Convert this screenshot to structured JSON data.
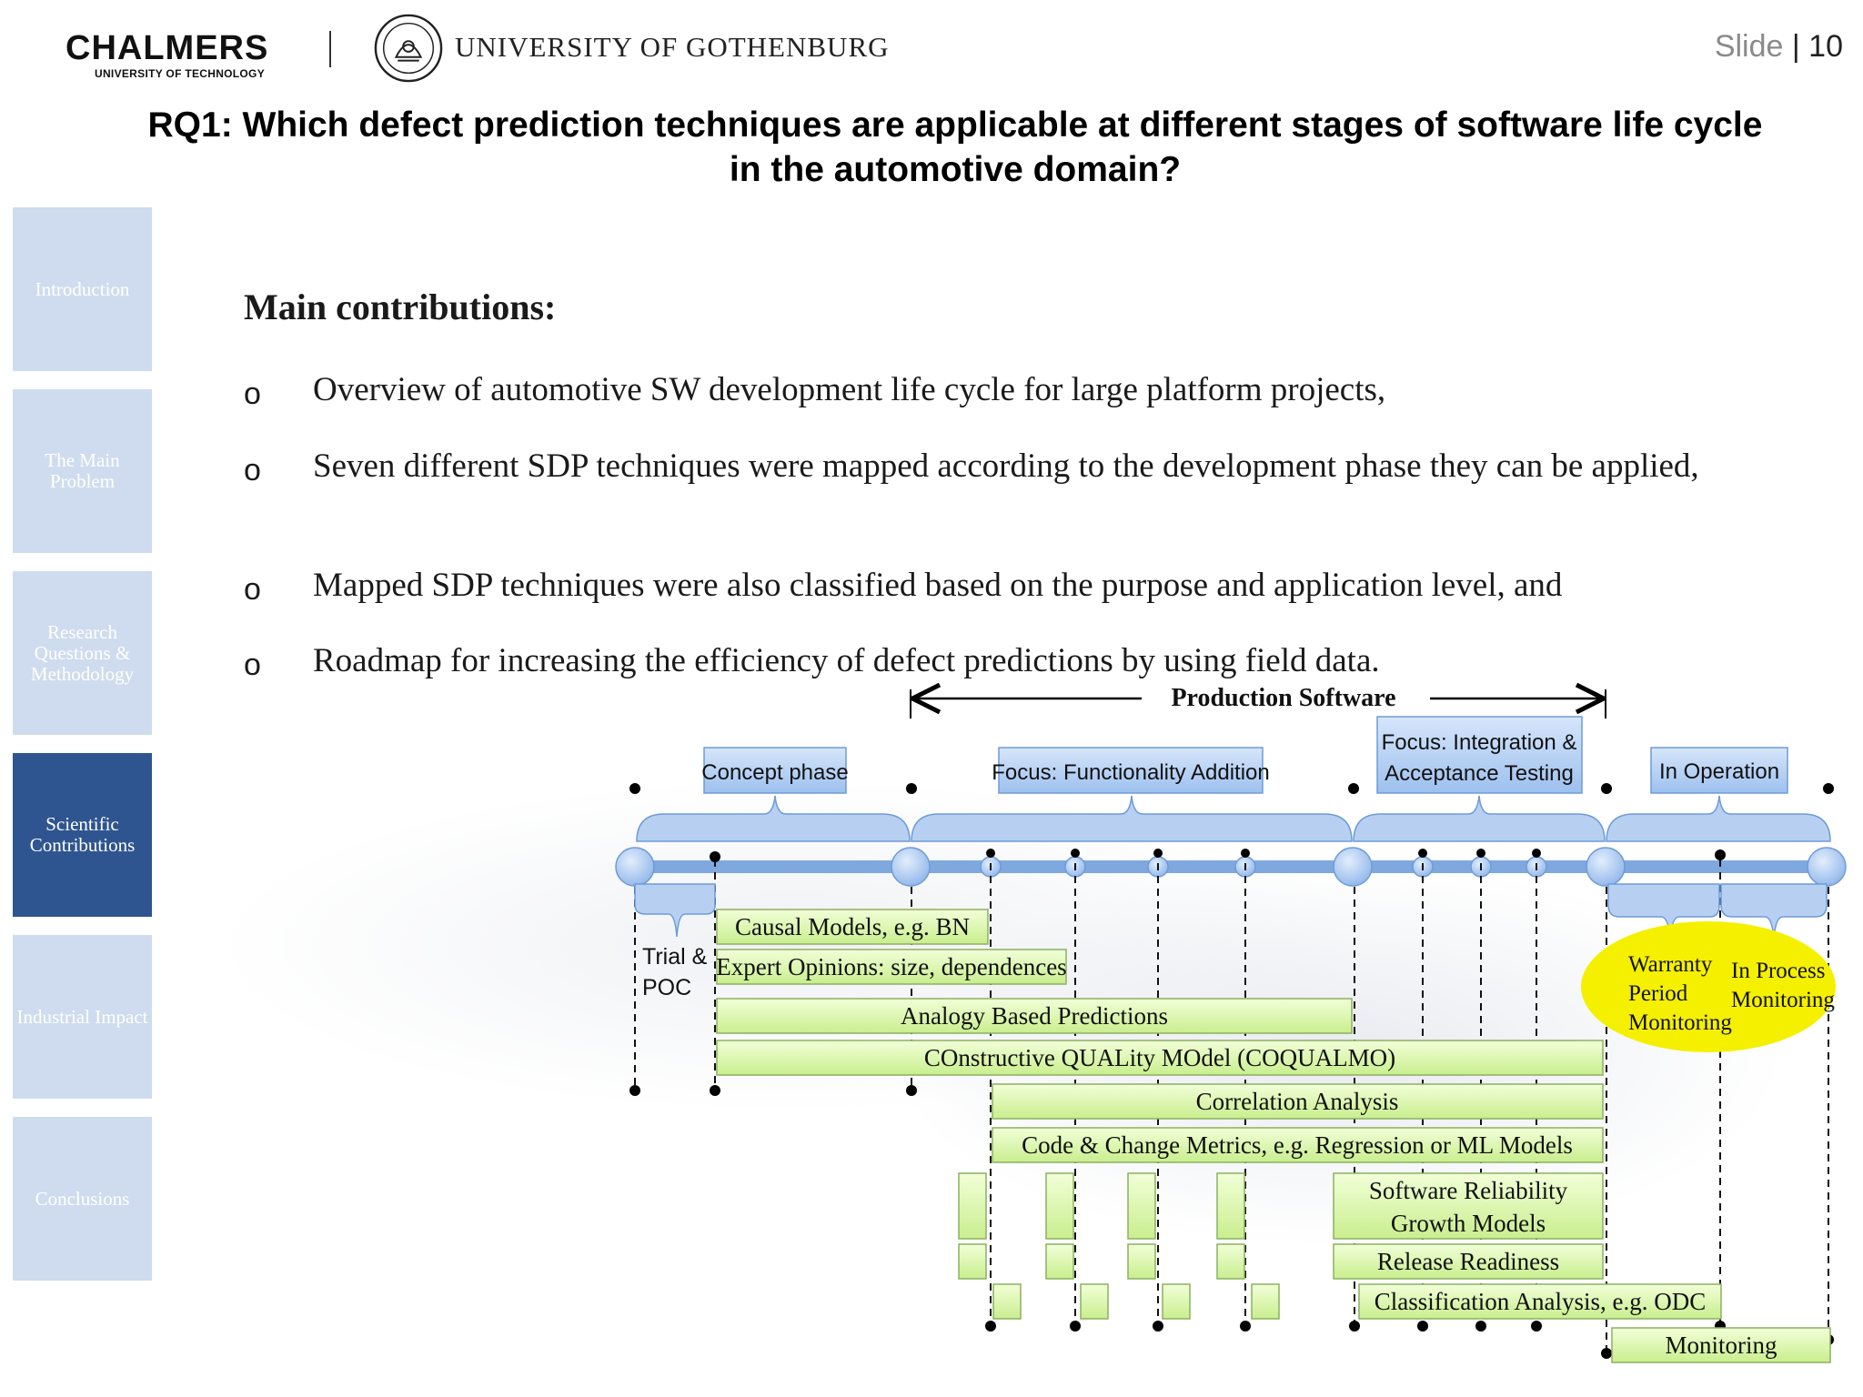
{
  "header": {
    "chalmers": "CHALMERS",
    "chalmers_sub": "UNIVERSITY OF TECHNOLOGY",
    "gothenburg": "UNIVERSITY OF GOTHENBURG",
    "slide_label": "Slide",
    "slide_sep": " | ",
    "slide_number": "10"
  },
  "title": "RQ1: Which defect prediction techniques are applicable at different stages of software life cycle in the automotive domain?",
  "nav": {
    "items": [
      {
        "label": "Introduction",
        "active": false
      },
      {
        "label": "The Main Problem",
        "active": false
      },
      {
        "label": "Research Questions & Methodology",
        "active": false
      },
      {
        "label": "Scientific Contributions",
        "active": true
      },
      {
        "label": "Industrial Impact",
        "active": false
      },
      {
        "label": "Conclusions",
        "active": false
      }
    ]
  },
  "content": {
    "heading": "Main contributions:",
    "bullet_mark": "o",
    "bullets": [
      "Overview of automotive SW development life cycle for large platform projects,",
      "Seven different SDP techniques were  mapped according to the development phase they can be applied,",
      "Mapped SDP techniques were also classified based on the purpose and application level, and",
      "Roadmap for increasing the efficiency of defect predictions by using field data."
    ]
  },
  "diagram": {
    "production_label": "Production Software",
    "phases": [
      "Concept phase",
      "Focus: Functionality Addition",
      "Focus: Integration & Acceptance Testing",
      "In Operation"
    ],
    "sub_phases": {
      "trial": "Trial & POC",
      "warranty": "Warranty Period Monitoring",
      "in_process": "In Process Monitoring"
    },
    "techniques": [
      "Causal Models, e.g. BN",
      "Expert Opinions: size, dependences",
      "Analogy Based Predictions",
      "COnstructive QUALity MOdel (COQUALMO)",
      "Correlation Analysis",
      "Code & Change Metrics, e.g. Regression or ML Models",
      "Software Reliability Growth Models",
      "Release Readiness",
      "Classification Analysis, e.g. ODC",
      "Monitoring"
    ],
    "colors": {
      "phase_box": "#b9d3f5",
      "bracket": "#9cc0ef",
      "bar": "#d9f7a8",
      "bar_border": "#7ea356",
      "highlight": "#f5f000"
    }
  }
}
